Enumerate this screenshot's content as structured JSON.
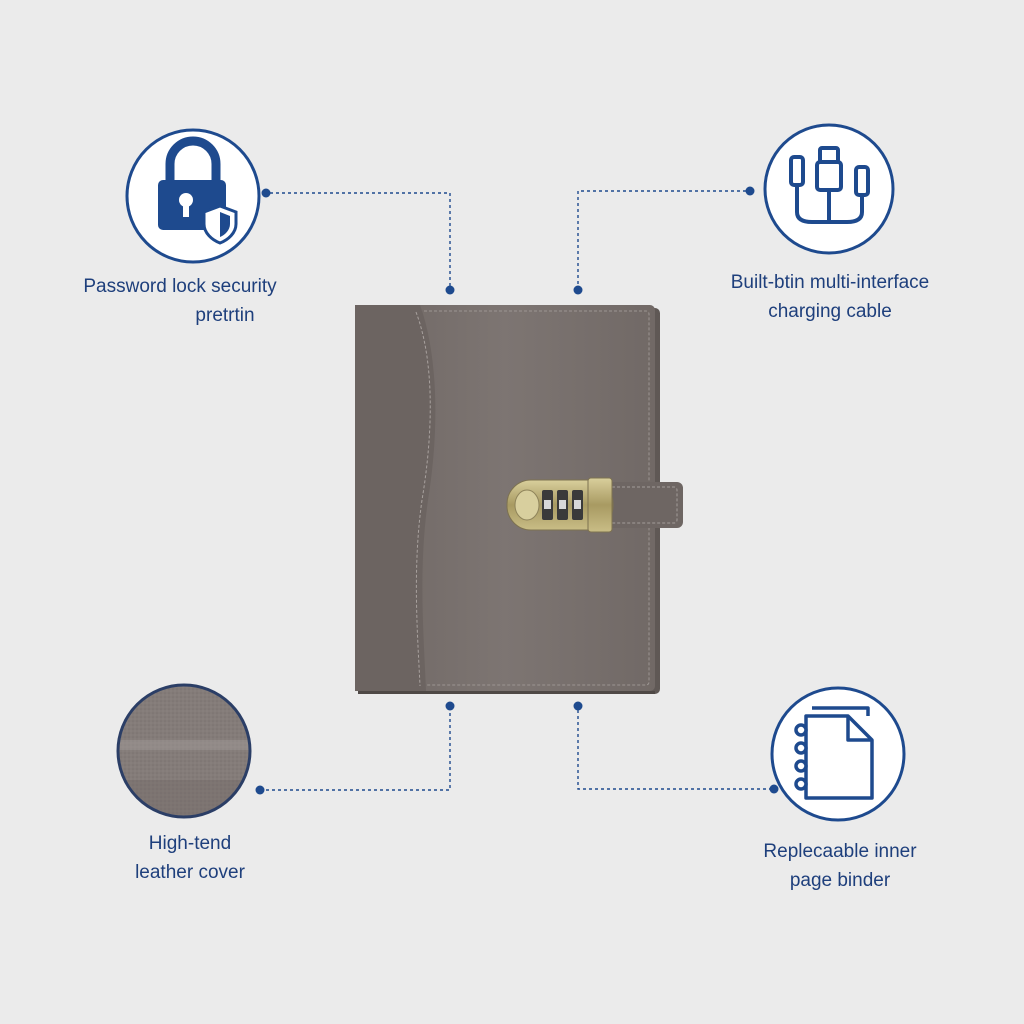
{
  "features": {
    "lock": {
      "icon": "padlock-shield-icon",
      "lines": [
        "Password lock security",
        "pretrtin"
      ]
    },
    "cable": {
      "icon": "charging-cable-icon",
      "lines": [
        "Built-btin multi-interface",
        "charging cable"
      ]
    },
    "leather": {
      "icon": "leather-texture-swatch",
      "lines": [
        "High-tend",
        "leather cover"
      ]
    },
    "binder": {
      "icon": "ring-binder-page-icon",
      "lines": [
        "Replecaable inner",
        "page binder"
      ]
    }
  },
  "colors": {
    "background": "#ebebeb",
    "accent": "#1e4a8e",
    "label_text": "#1e3f7c",
    "leather": "#776e6b",
    "lock_metal": "#b8a872"
  },
  "product": {
    "name": "combination-lock-leather-notebook"
  }
}
